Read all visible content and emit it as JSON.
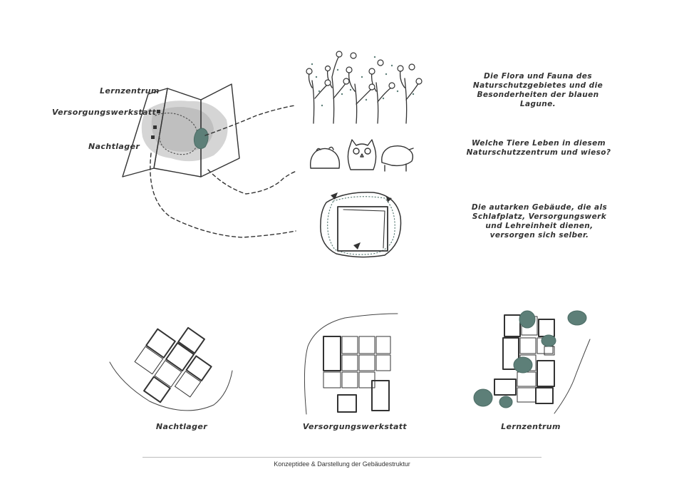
{
  "map": {
    "labels": {
      "lernzentrum": "Lernzentrum",
      "versorgungswerkstatt": "Versorgungswerkstatt",
      "nachtlager": "Nachtlager"
    }
  },
  "descriptions": {
    "flora": "Die Flora und Fauna des Naturschutzgebietes und die Besonderheiten der blauen Lagune.",
    "animals": "Welche Tiere Leben in diesem Naturschutzzentrum und wieso?",
    "buildings": "Die autarken Gebäude, die als Schlafplatz, Versorgungswerk und Lehreinheit dienen, versorgen sich selber."
  },
  "captions": {
    "nachtlager": "Nachtlager",
    "versorgungswerkstatt": "Versorgungswerkstatt",
    "lernzentrum": "Lernzentrum"
  },
  "footer": {
    "caption": "Konzeptidee & Darstellung der Gebäudestruktur"
  },
  "colors": {
    "ink": "#333333",
    "accent_green": "#5d7f78",
    "shade_gray": "#c9c9c9"
  }
}
